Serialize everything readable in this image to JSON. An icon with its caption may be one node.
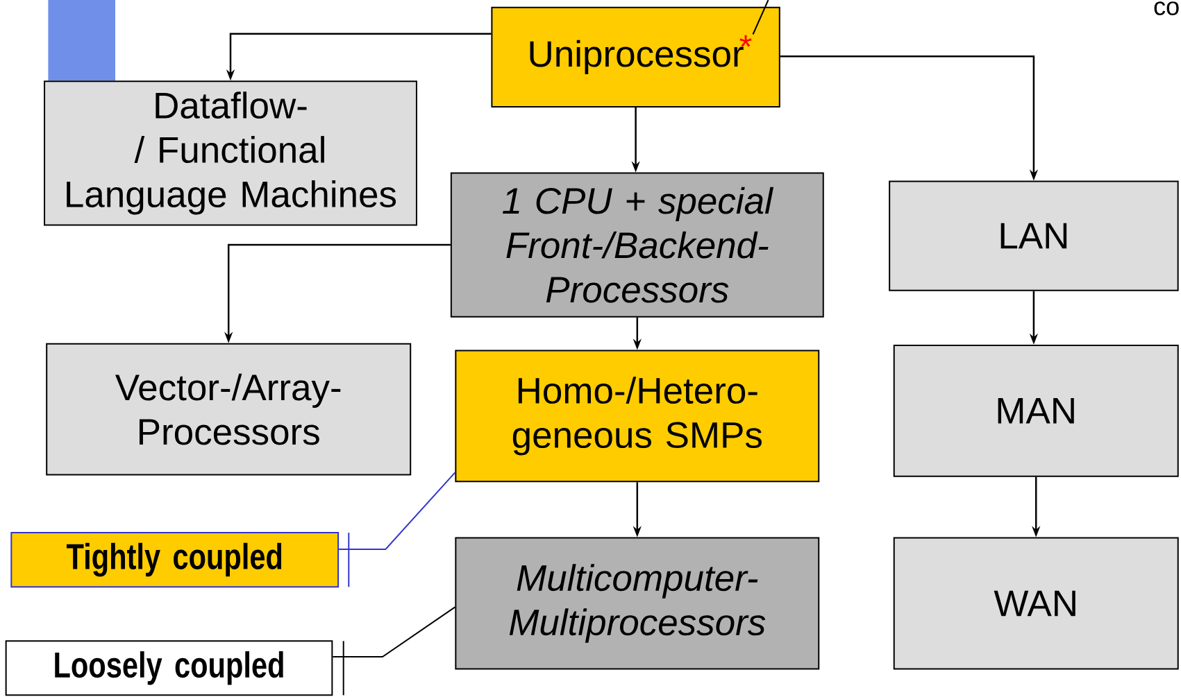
{
  "diagram": {
    "nodes": [
      {
        "text": [
          "Uniprocessor"
        ]
      },
      {
        "text": [
          "*"
        ],
        "in": 0
      },
      {
        "text": [
          "Dataflow-/ Functional Language Machines"
        ]
      },
      {
        "text": [
          "1 CPU + special Front-/Backend- Processors"
        ]
      },
      {
        "text": [
          "LAN"
        ]
      },
      {
        "text": [
          "Vector-/Array- Processors"
        ]
      },
      {
        "text": [
          "Homo-/Hetero- geneous SMPs"
        ]
      },
      {
        "text": [
          "MAN"
        ]
      },
      {
        "text": [
          "Tightly coupled"
        ]
      },
      {
        "text": [
          "Multicomputer- Multiprocessors"
        ]
      },
      {
        "text": [
          "WAN"
        ]
      },
      {
        "text": [
          "Loosely coupled"
        ]
      }
    ],
    "edges": [
      {
        "from": 0,
        "to": 2,
        "arrow": "to"
      },
      {
        "from": 0,
        "to": 3,
        "arrow": "to"
      },
      {
        "from": 0,
        "to": 4,
        "arrow": "to"
      },
      {
        "from": 3,
        "to": 5,
        "arrow": "to"
      },
      {
        "from": 3,
        "to": 6,
        "arrow": "to"
      },
      {
        "from": 4,
        "to": 7,
        "arrow": "to"
      },
      {
        "from": 6,
        "to": 9,
        "arrow": "to"
      },
      {
        "from": 7,
        "to": 10,
        "arrow": "to"
      },
      {
        "from": 8,
        "to": 6,
        "arrow": "none",
        "color": "#3333cc"
      },
      {
        "from": 11,
        "to": 9,
        "arrow": "none"
      },
      {
        "from": 1,
        "to": null,
        "arrow": "none"
      }
    ],
    "labels": [
      "co"
    ]
  }
}
